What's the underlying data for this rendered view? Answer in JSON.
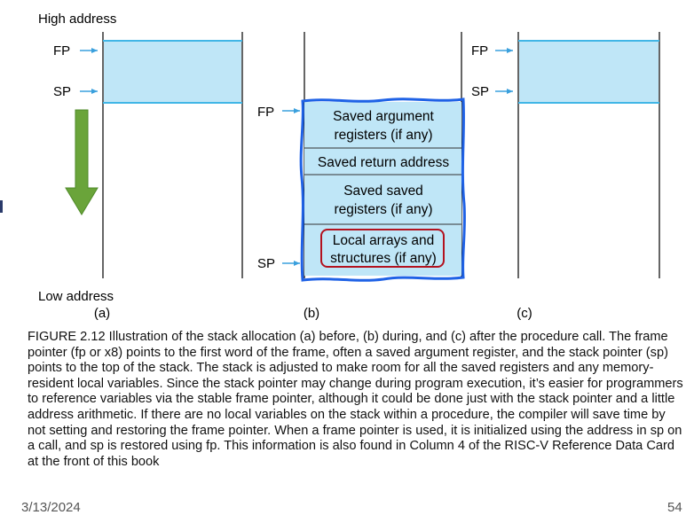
{
  "labels": {
    "high_address": "High address",
    "low_address": "Low address",
    "fp": "FP",
    "sp": "SP"
  },
  "panels": [
    {
      "caption": "(a)"
    },
    {
      "caption": "(b)"
    },
    {
      "caption": "(c)"
    }
  ],
  "frame_entries": [
    {
      "line1": "Saved argument",
      "line2": "registers (if any)"
    },
    {
      "line1": "Saved return address"
    },
    {
      "line1": "Saved saved",
      "line2": "registers (if any)"
    },
    {
      "line1": "Local arrays and",
      "line2": "structures (if any)"
    }
  ],
  "caption": "FIGURE 2.12 Illustration of the stack allocation (a) before, (b) during, and (c) after the procedure call. The frame pointer (fp or x8) points to the first word of the frame, often a saved argument register, and the stack pointer (sp) points to the top of the stack. The stack is adjusted to make room for all the saved registers and any memory-resident local variables. Since the stack pointer may change during program execution, it’s easier for programmers to reference variables via the stable frame pointer, although it could be done just with the stack pointer and a little address arithmetic. If there are no local variables on the stack within a procedure, the compiler will save time by not setting and restoring the frame pointer. When a frame pointer is used, it is initialized using the address in sp on a call, and sp is restored using fp. This information is also found in Column 4 of the RISC-V Reference Data Card at the front of this book",
  "footer": {
    "date": "3/13/2024",
    "page": "54"
  },
  "colors": {
    "stack_fill": "#bfe6f7",
    "stack_edge": "#41b6e6",
    "frame_border": "#1f62e6",
    "highlight": "#b3121f",
    "arrow_green": "#6aa43a",
    "pointer_arrow": "#3aa0dd"
  }
}
